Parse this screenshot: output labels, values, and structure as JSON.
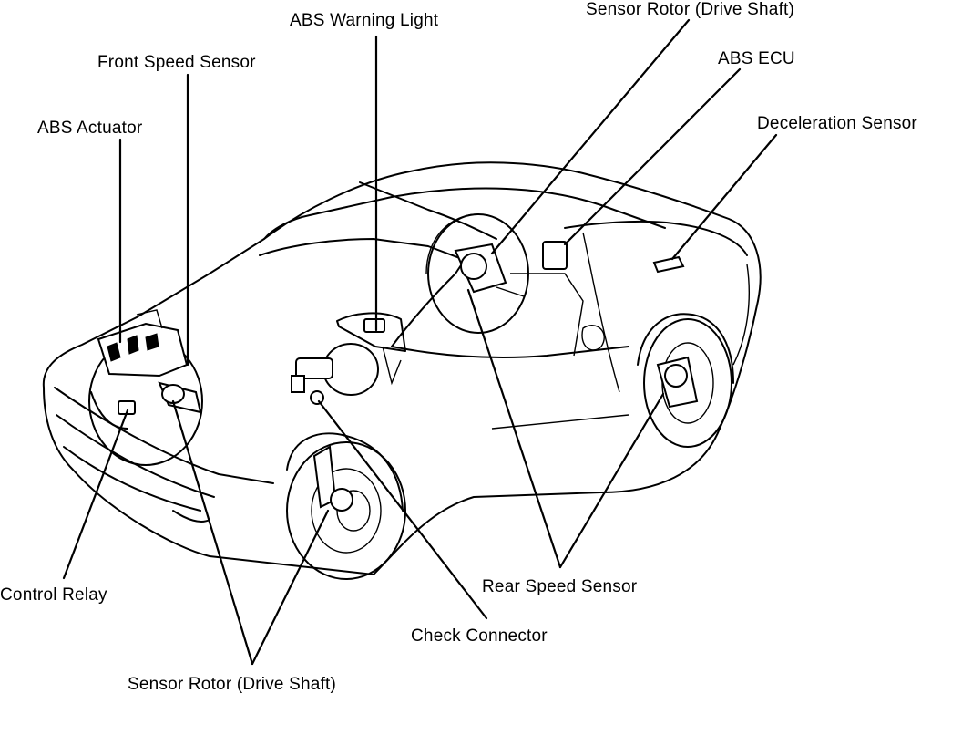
{
  "diagram": {
    "labels": {
      "abs_warning_light": "ABS Warning Light",
      "sensor_rotor_rear": "Sensor Rotor (Drive Shaft)",
      "abs_ecu": "ABS ECU",
      "front_speed_sensor": "Front Speed Sensor",
      "deceleration_sensor": "Deceleration Sensor",
      "abs_actuator": "ABS Actuator",
      "control_relay": "Control Relay",
      "rear_speed_sensor": "Rear Speed Sensor",
      "check_connector": "Check Connector",
      "sensor_rotor_front": "Sensor Rotor (Drive Shaft)"
    }
  }
}
